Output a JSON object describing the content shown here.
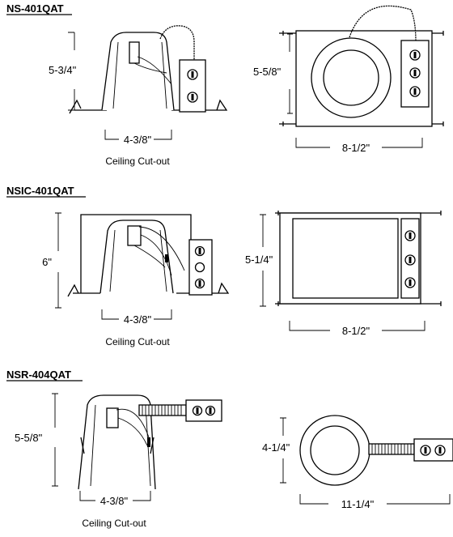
{
  "colors": {
    "line": "#000000",
    "background": "#ffffff"
  },
  "sections": [
    {
      "model": "NS-401QAT",
      "side": {
        "height": "5-3/4\"",
        "width": "4-3/8\"",
        "caption": "Ceiling Cut-out"
      },
      "top": {
        "height": "5-5/8\"",
        "width": "8-1/2\""
      }
    },
    {
      "model": "NSIC-401QAT",
      "side": {
        "height": "6\"",
        "width": "4-3/8\"",
        "caption": "Ceiling Cut-out"
      },
      "top": {
        "height": "5-1/4\"",
        "width": "8-1/2\""
      }
    },
    {
      "model": "NSR-404QAT",
      "side": {
        "height": "5-5/8\"",
        "width": "4-3/8\"",
        "caption": "Ceiling Cut-out"
      },
      "top": {
        "height": "4-1/4\"",
        "width": "11-1/4\""
      }
    }
  ]
}
